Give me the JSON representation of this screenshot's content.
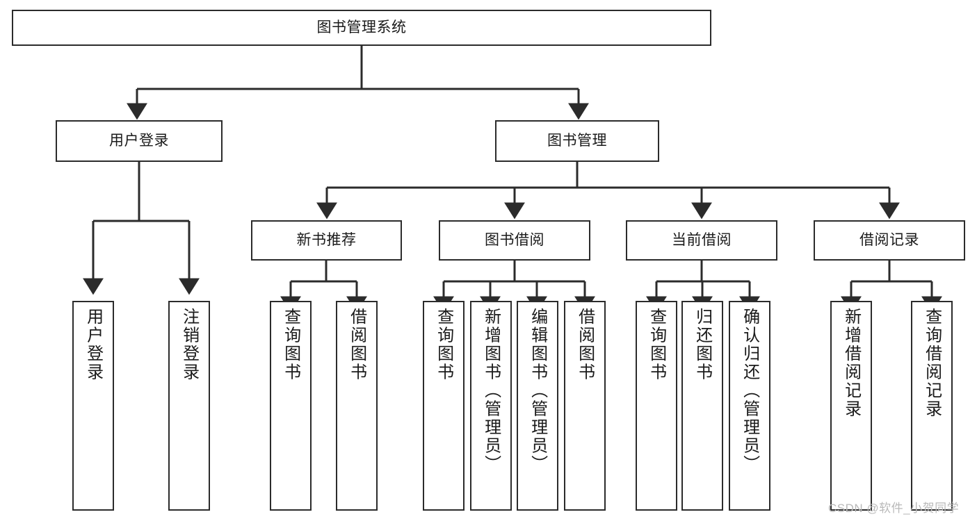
{
  "diagram": {
    "type": "tree-hierarchy",
    "title": "图书管理系统",
    "levels": {
      "root": {
        "label": "图书管理系统"
      },
      "level2": [
        {
          "id": "user-login",
          "label": "用户登录"
        },
        {
          "id": "book-management",
          "label": "图书管理"
        }
      ],
      "level3": [
        {
          "id": "new-book-recommend",
          "label": "新书推荐",
          "parent": "book-management"
        },
        {
          "id": "book-borrow",
          "label": "图书借阅",
          "parent": "book-management"
        },
        {
          "id": "current-borrow",
          "label": "当前借阅",
          "parent": "book-management"
        },
        {
          "id": "borrow-record",
          "label": "借阅记录",
          "parent": "book-management"
        }
      ],
      "leaves": [
        {
          "id": "leaf-user-login",
          "label": "用户登录",
          "parent": "user-login"
        },
        {
          "id": "leaf-logout-login",
          "label": "注销登录",
          "parent": "user-login"
        },
        {
          "id": "leaf-query-book-1",
          "label": "查询图书",
          "parent": "new-book-recommend"
        },
        {
          "id": "leaf-borrow-book-1",
          "label": "借阅图书",
          "parent": "new-book-recommend"
        },
        {
          "id": "leaf-query-book-2",
          "label": "查询图书",
          "parent": "book-borrow"
        },
        {
          "id": "leaf-add-book",
          "label": "新增图书（管理员）",
          "parent": "book-borrow"
        },
        {
          "id": "leaf-edit-book",
          "label": "编辑图书（管理员）",
          "parent": "book-borrow"
        },
        {
          "id": "leaf-borrow-book-2",
          "label": "借阅图书",
          "parent": "book-borrow"
        },
        {
          "id": "leaf-query-book-3",
          "label": "查询图书",
          "parent": "current-borrow"
        },
        {
          "id": "leaf-return-book",
          "label": "归还图书",
          "parent": "current-borrow"
        },
        {
          "id": "leaf-confirm-return",
          "label": "确认归还（管理员）",
          "parent": "current-borrow"
        },
        {
          "id": "leaf-add-record",
          "label": "新增借阅记录",
          "parent": "borrow-record"
        },
        {
          "id": "leaf-query-record",
          "label": "查询借阅记录",
          "parent": "borrow-record"
        }
      ]
    },
    "colors": {
      "stroke": "#2b2b2b",
      "fill": "#ffffff",
      "text": "#1a1a1a",
      "watermark": "#b9b9b9"
    }
  },
  "watermark": {
    "text": "CSDN @软件_小贺同学"
  }
}
